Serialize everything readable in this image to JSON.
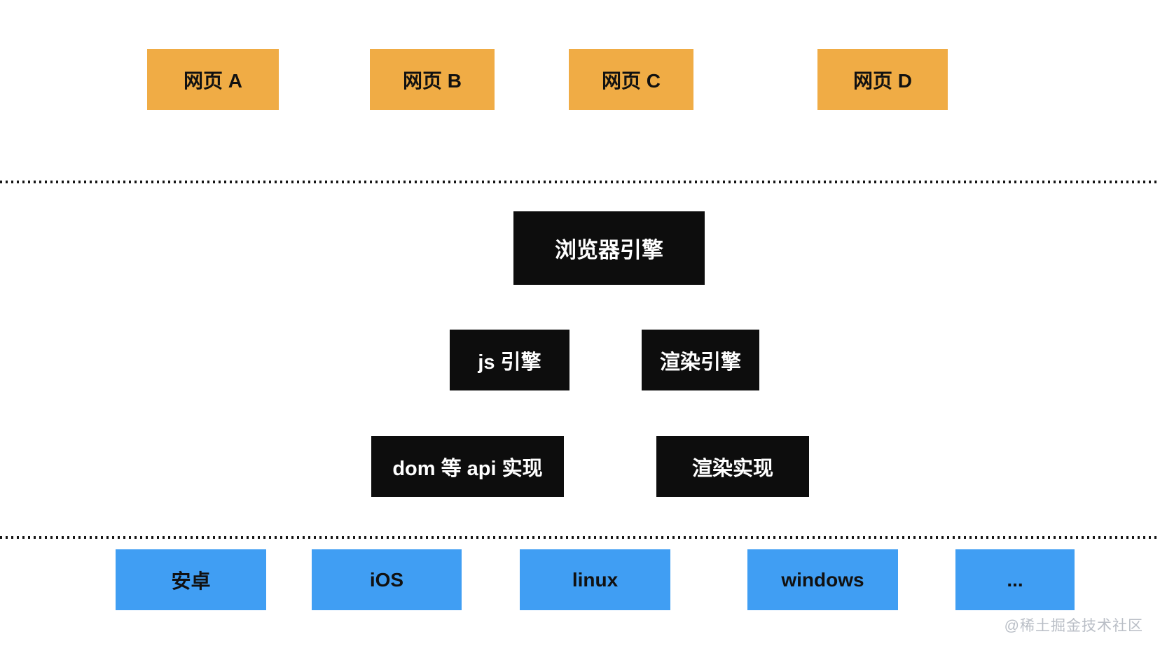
{
  "diagram": {
    "web_pages": [
      {
        "label": "网页 A"
      },
      {
        "label": "网页 B"
      },
      {
        "label": "网页 C"
      },
      {
        "label": "网页 D"
      }
    ],
    "browser_engine": {
      "label": "浏览器引擎"
    },
    "engines": [
      {
        "label": "js 引擎"
      },
      {
        "label": "渲染引擎"
      }
    ],
    "implementations": [
      {
        "label": "dom 等 api 实现"
      },
      {
        "label": "渲染实现"
      }
    ],
    "platforms": [
      {
        "label": "安卓"
      },
      {
        "label": "iOS"
      },
      {
        "label": "linux"
      },
      {
        "label": "windows"
      },
      {
        "label": "..."
      }
    ],
    "watermark": "@稀土掘金技术社区"
  },
  "colors": {
    "canvas-bg": "#ffffff",
    "webpage-bg": "#F0AC45",
    "webpage-text": "#111111",
    "engine-bg": "#0d0d0d",
    "engine-text": "#ffffff",
    "platform-bg": "#409EF3",
    "platform-text": "#111111",
    "divider-dots": "#161616",
    "watermark-text": "#b9bec6"
  }
}
